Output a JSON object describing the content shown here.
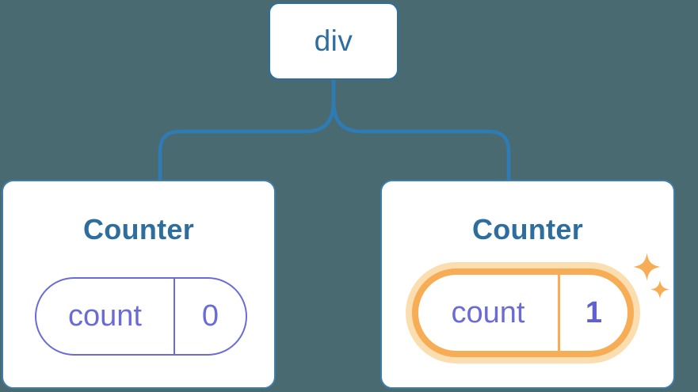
{
  "diagram": {
    "description": "React component tree showing a parent div with two Counter children, each holding isolated count state; second counter updated to 1 (highlighted)",
    "root": {
      "label": "div"
    },
    "children": [
      {
        "title": "Counter",
        "state": {
          "key": "count",
          "value": "0"
        },
        "highlighted": false
      },
      {
        "title": "Counter",
        "state": {
          "key": "count",
          "value": "1"
        },
        "highlighted": true
      }
    ],
    "icons": [
      {
        "name": "sparkle-icon-large"
      },
      {
        "name": "sparkle-icon-small"
      }
    ],
    "colors": {
      "background": "#4A6A72",
      "card_background": "#FFFFFF",
      "node_border_blue": "#2D6F9F",
      "card_border_blue": "#3D7EAB",
      "connector_blue": "#2E7CB6",
      "title_text_blue": "#2D6E9E",
      "state_purple": "#6B6BD8",
      "highlight_orange": "#F6AD55",
      "highlight_glow": "#FAD396"
    }
  }
}
